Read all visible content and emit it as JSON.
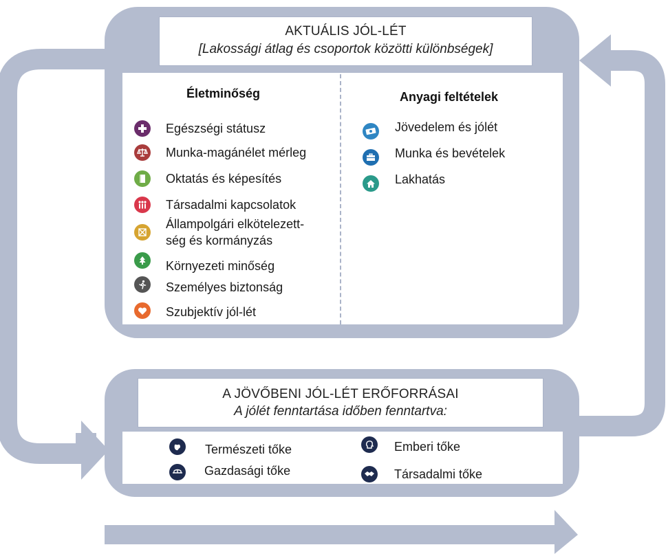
{
  "colors": {
    "frame": "#b4bccf",
    "health": "#6b2d6b",
    "worklife": "#a93c3c",
    "education": "#6fac47",
    "social": "#d9374b",
    "civic": "#d6a431",
    "environment": "#3a9b4a",
    "safety": "#555555",
    "wellbeing": "#e86a2e",
    "income": "#2f86c3",
    "jobs": "#1f6fb1",
    "housing": "#2a9a8a",
    "capital": "#1e2b4f"
  },
  "current": {
    "title": "AKTUÁLIS JÓL-LÉT",
    "subtitle": "[Lakossági átlag és csoportok közötti különbségek]"
  },
  "quality_of_life": {
    "heading": "Életminőség",
    "items": [
      {
        "label": "Egészségi státusz",
        "icon": "health-cross-icon"
      },
      {
        "label": "Munka-magánélet mérleg",
        "icon": "balance-scale-icon"
      },
      {
        "label": "Oktatás és képesítés",
        "icon": "book-icon"
      },
      {
        "label": "Társadalmi kapcsolatok",
        "icon": "people-icon"
      },
      {
        "label": "Állampolgári elkötelezett-",
        "label2": "ség és kormányzás",
        "icon": "ballot-icon"
      },
      {
        "label": "Környezeti minőség",
        "icon": "tree-icon"
      },
      {
        "label": "Személyes biztonság",
        "icon": "running-person-icon"
      },
      {
        "label": "Szubjektív jól-lét",
        "icon": "heart-icon"
      }
    ]
  },
  "material": {
    "heading": "Anyagi feltételek",
    "items": [
      {
        "label": "Jövedelem és jólét",
        "icon": "money-icon"
      },
      {
        "label": "Munka és bevételek",
        "icon": "briefcase-icon"
      },
      {
        "label": "Lakhatás",
        "icon": "house-icon"
      }
    ]
  },
  "future": {
    "title": "A JÖVŐBENI JÓL-LÉT ERŐFORRÁSAI",
    "subtitle": "A jólét fenntartása időben fenntartva:",
    "items": [
      {
        "label": "Természeti tőke",
        "icon": "earth-icon"
      },
      {
        "label": "Emberi tőke",
        "icon": "head-icon"
      },
      {
        "label": "Gazdasági tőke",
        "icon": "bridge-icon"
      },
      {
        "label": "Társadalmi tőke",
        "icon": "handshake-icon"
      }
    ]
  }
}
